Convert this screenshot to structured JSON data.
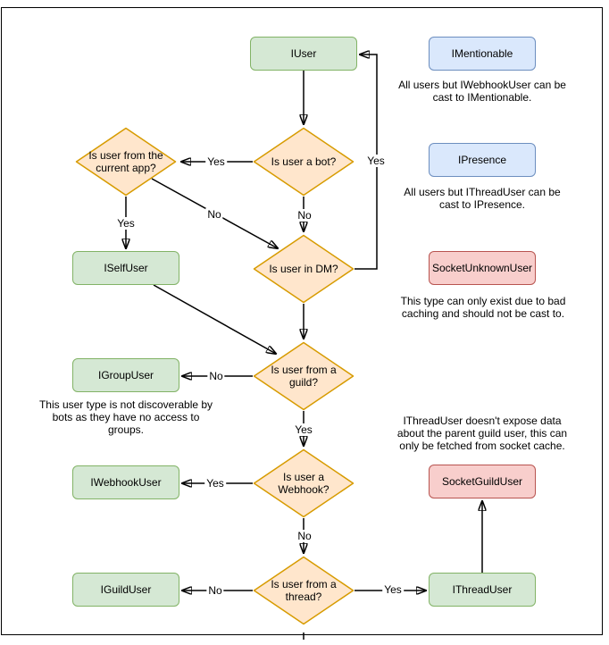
{
  "diagram": {
    "nodes": {
      "iuser": "IUser",
      "imentionable": "IMentionable",
      "ipresence": "IPresence",
      "socket_unknown_user": "SocketUnknownUser",
      "iselfuser": "ISelfUser",
      "igroupuser": "IGroupUser",
      "iwebhookuser": "IWebhookUser",
      "iguilduser": "IGuildUser",
      "socket_guild_user": "SocketGuildUser",
      "ithreaduser": "IThreadUser"
    },
    "decisions": {
      "is_bot": "Is user a bot?",
      "is_current_app": "Is user from the\ncurrent app?",
      "is_dm": "Is user in DM?",
      "is_guild": "Is user from a\nguild?",
      "is_webhook": "Is user a\nWebhook?",
      "is_thread": "Is user from a\nthread?"
    },
    "edge_labels": {
      "bot_yes": "Yes",
      "bot_no": "No",
      "dm_yes": "Yes",
      "app_yes": "Yes",
      "app_no": "No",
      "guild_no": "No",
      "guild_yes": "Yes",
      "webhook_yes": "Yes",
      "webhook_no": "No",
      "thread_no": "No",
      "thread_yes": "Yes"
    },
    "notes": {
      "mentionable": "All users but IWebhookUser can be\ncast to IMentionable.",
      "presence": "All users but IThreadUser can be\ncast to IPresence.",
      "unknown": "This type can only exist due to bad\ncaching and should not be cast to.",
      "group": "This user type is not discoverable by\nbots as they have no access to\ngroups.",
      "thread": "IThreadUser doesn't expose data\nabout the parent guild user, this can\nonly be fetched from socket cache."
    },
    "colors": {
      "interface_fill": "#d5e8d4",
      "interface_stroke": "#82b366",
      "decision_fill": "#ffe6cc",
      "decision_stroke": "#d79b00",
      "castable_fill": "#dae8fc",
      "castable_stroke": "#6c8ebf",
      "socket_fill": "#f8cecc",
      "socket_stroke": "#b85450"
    }
  }
}
